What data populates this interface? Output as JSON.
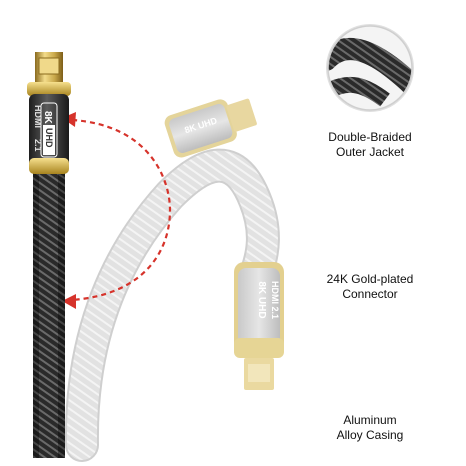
{
  "product": {
    "badge_resolution": "8K",
    "badge_uhd": "UHD",
    "badge_standard": "HDMI",
    "badge_version": "2.1"
  },
  "features": [
    {
      "icon": "braided-jacket-icon",
      "line1": "Double-Braided",
      "line2": "Outer Jacket"
    },
    {
      "icon": "gold-connector-icon",
      "line1": "24K Gold-plated",
      "line2": "Connector"
    },
    {
      "icon": "alloy-casing-icon",
      "line1": "Aluminum",
      "line2": "Alloy Casing"
    }
  ],
  "colors": {
    "cable_dark": "#2b2b2b",
    "gold": "#c9a84a",
    "arrow_red": "#d6332b",
    "faded": "#d9d9d9"
  }
}
